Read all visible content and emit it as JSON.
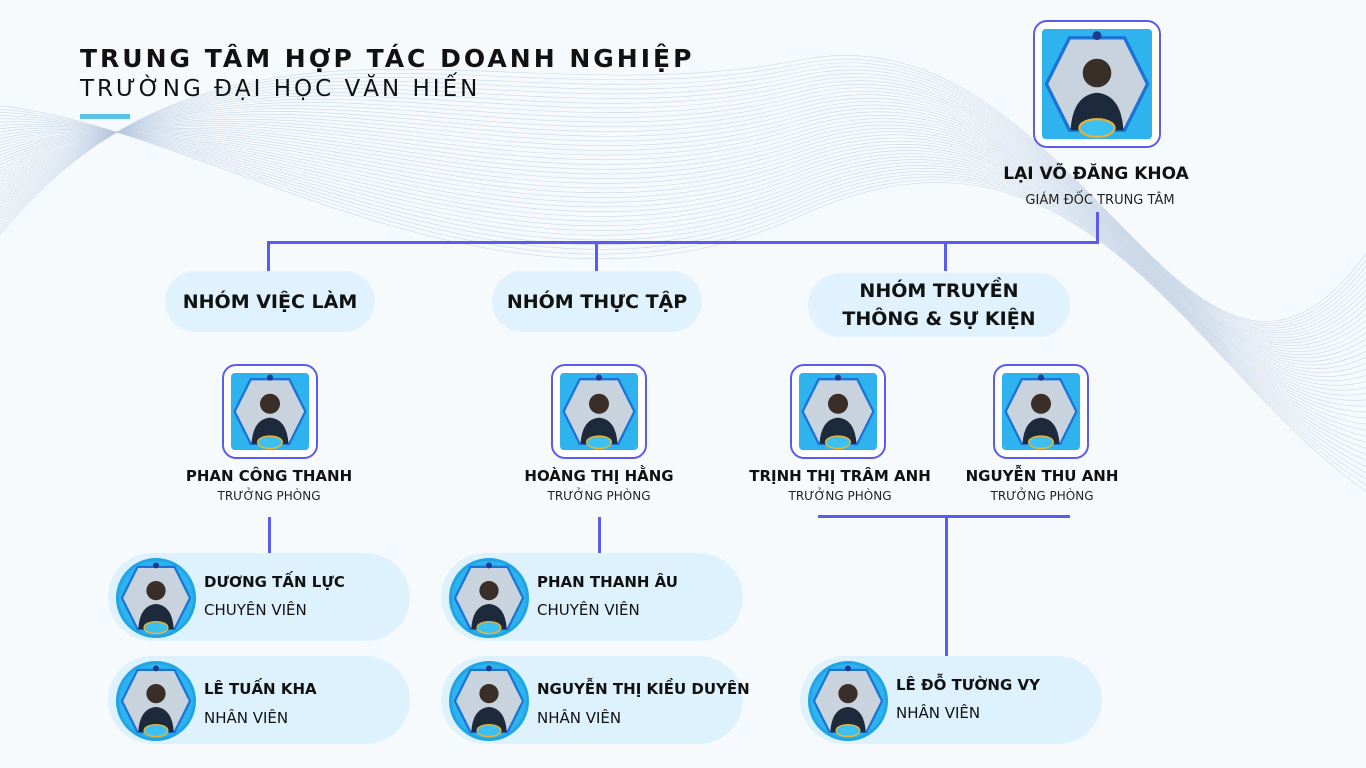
{
  "header": {
    "title": "TRUNG TÂM HỢP TÁC DOANH NGHIỆP",
    "subtitle": "TRƯỜNG ĐẠI HỌC VĂN HIẾN"
  },
  "director": {
    "name": "LẠI VÕ ĐĂNG KHOA",
    "role": "GIÁM ĐỐC TRUNG TÂM"
  },
  "groups": [
    {
      "label": "NHÓM VIỆC LÀM"
    },
    {
      "label": "NHÓM THỰC TẬP"
    },
    {
      "label": "NHÓM TRUYỀN THÔNG & SỰ KIỆN"
    }
  ],
  "managers": [
    {
      "name": "PHAN CÔNG THANH",
      "role": "TRƯỞNG PHÒNG"
    },
    {
      "name": "HOÀNG THỊ HẰNG",
      "role": "TRƯỞNG PHÒNG"
    },
    {
      "name": "TRỊNH THỊ TRÂM ANH",
      "role": "TRƯỞNG PHÒNG"
    },
    {
      "name": "NGUYỄN THU ANH",
      "role": "TRƯỞNG PHÒNG"
    }
  ],
  "staff": [
    {
      "name": "DƯƠNG TẤN LỰC",
      "role": "CHUYÊN VIÊN"
    },
    {
      "name": "LÊ TUẤN KHA",
      "role": "NHÂN VIÊN"
    },
    {
      "name": "PHAN THANH ÂU",
      "role": "CHUYÊN VIÊN"
    },
    {
      "name": "NGUYỄN THỊ KIỀU DUYÊN",
      "role": "NHÂN VIÊN"
    },
    {
      "name": "LÊ ĐỖ TƯỜNG VY",
      "role": "NHÂN VIÊN"
    }
  ],
  "colors": {
    "connector": "#5a5cf0",
    "pill": "#dff2fd",
    "accent": "#5bc3e6",
    "photo": "#2fb3ee"
  }
}
